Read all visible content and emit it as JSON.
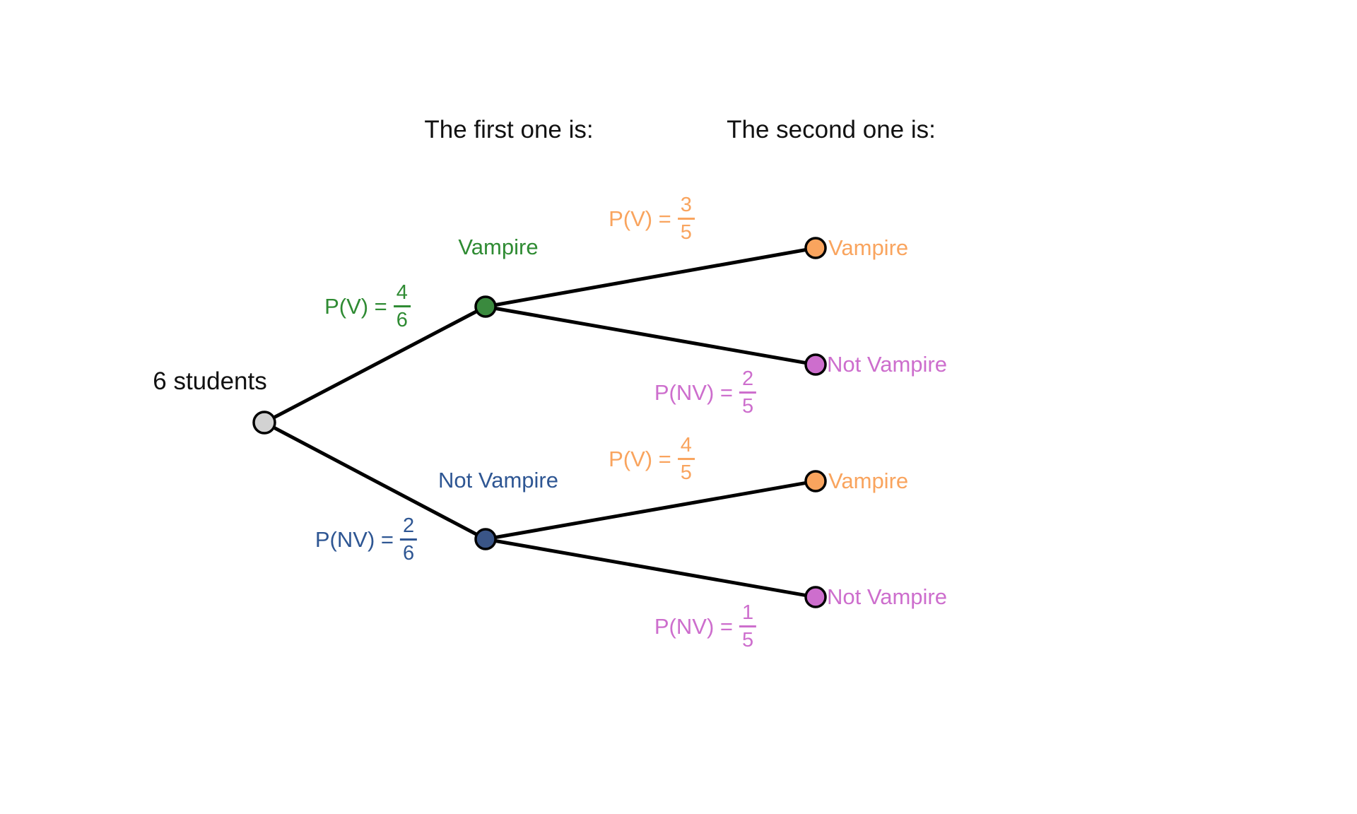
{
  "headers": {
    "first": "The first one is:",
    "second": "The second one is:"
  },
  "root": {
    "label": "6 students"
  },
  "colors": {
    "root_node_fill": "#D2D2D2",
    "green_node_fill": "#3A8A3E",
    "blue_node_fill": "#3A5587",
    "orange_node_fill": "#F9A45E",
    "magenta_node_fill": "#CD6ECD",
    "green_text": "#2F8B33",
    "blue_text": "#2E5693",
    "orange_text": "#F9A45E",
    "magenta_text": "#CD6ECD",
    "edge": "#000000"
  },
  "level1": [
    {
      "label": "Vampire",
      "prob": {
        "prefix": "P(V) =",
        "numerator": "4",
        "denominator": "6"
      }
    },
    {
      "label": "Not Vampire",
      "prob": {
        "prefix": "P(NV) =",
        "numerator": "2",
        "denominator": "6"
      }
    }
  ],
  "level2": [
    {
      "parent": "Vampire",
      "label": "Vampire",
      "prob": {
        "prefix": "P(V) =",
        "numerator": "3",
        "denominator": "5"
      }
    },
    {
      "parent": "Vampire",
      "label": "Not Vampire",
      "prob": {
        "prefix": "P(NV) =",
        "numerator": "2",
        "denominator": "5"
      }
    },
    {
      "parent": "Not Vampire",
      "label": "Vampire",
      "prob": {
        "prefix": "P(V) =",
        "numerator": "4",
        "denominator": "5"
      }
    },
    {
      "parent": "Not Vampire",
      "label": "Not Vampire",
      "prob": {
        "prefix": "P(NV) =",
        "numerator": "1",
        "denominator": "5"
      }
    }
  ]
}
